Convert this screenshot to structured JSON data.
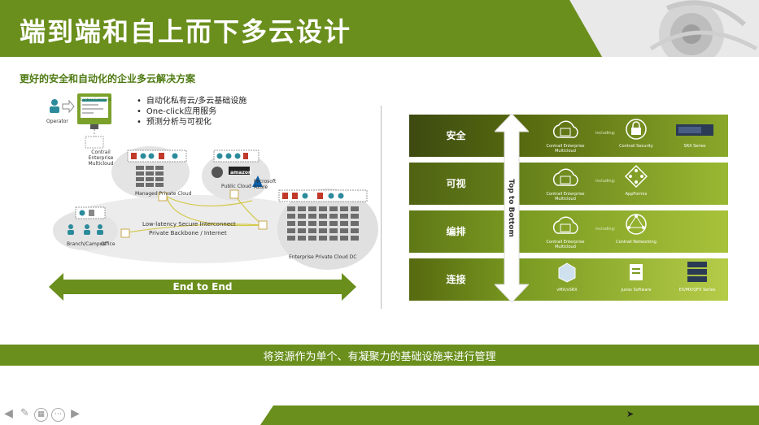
{
  "header": {
    "title": "端到端和自上而下多云设计"
  },
  "subtitle": "更好的安全和自动化的企业多云解决方案",
  "diagram": {
    "bullets": [
      "自动化私有云/多云基础设施",
      "One-click应用服务",
      "预测分析与可视化"
    ],
    "operator_label": "Operator",
    "contrail_title": "Contrail Command",
    "contrail_label": "Contrail Enterprise Multicloud",
    "managed_cloud": "Managed  Private Cloud",
    "public_cloud": "Public Cloud",
    "amazon_label": "amazon",
    "microsoft_label": "Microsoft Azure",
    "interconnect_line1": "Low-latency Secure Interconnect",
    "interconnect_line2": "Private Backbone / Internet",
    "branch_label": "Branch/Campus",
    "office_label": "Office",
    "dc_label": "Enterprise  Private Cloud DC"
  },
  "end_to_end": "End to End",
  "top_to_bottom": "Top to Bottom",
  "layers": [
    {
      "name": "安全",
      "icon1": "Contrail Enterprise Multicloud",
      "including": "including:",
      "icon2": "Contrail Security",
      "icon3": "SRX Series"
    },
    {
      "name": "可视",
      "icon1": "Contrail Enterprise Multicloud",
      "including": "including:",
      "icon2": "AppFormix",
      "icon3": ""
    },
    {
      "name": "编排",
      "icon1": "Contrail Enterprise Multicloud",
      "including": "including:",
      "icon2": "Contrail Networking",
      "icon3": ""
    },
    {
      "name": "连接",
      "icon1": "vMX/vSRX",
      "including": "",
      "icon2": "Junos Software",
      "icon3": "EX/MX/QFX Series"
    }
  ],
  "bottom_banner": "将资源作为单个、有凝聚力的基础设施来进行管理",
  "colors": {
    "brand_green": "#6a8f1d",
    "light_green": "#a8c23a",
    "dark_olive": "#3d4a10"
  },
  "toolbar": {
    "icons": [
      "prev-arrow-icon",
      "pen-icon",
      "grid-icon",
      "more-icon",
      "next-arrow-icon"
    ]
  }
}
